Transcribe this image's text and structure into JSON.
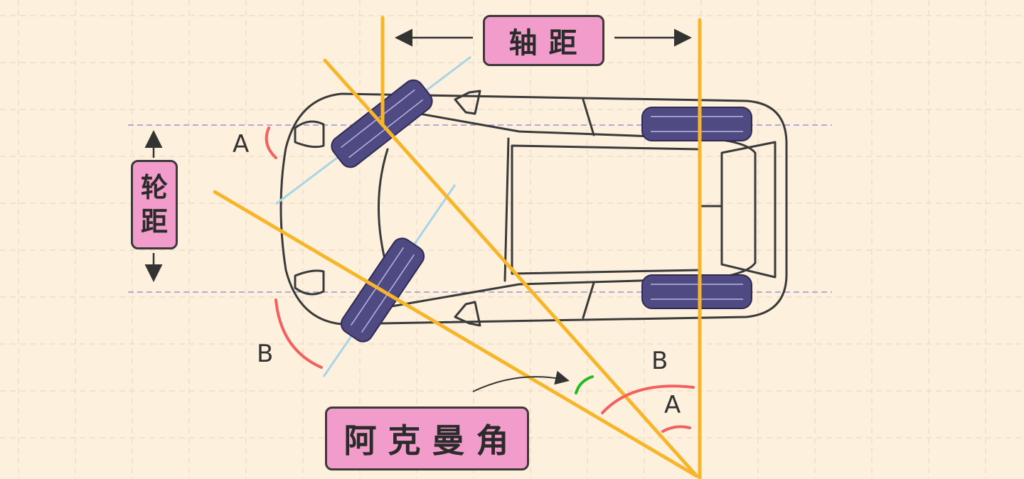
{
  "labels": {
    "wheelbase": "轴距",
    "track_char_1": "轮",
    "track_char_2": "距",
    "ackermann": "阿克曼角"
  },
  "angle_markers": {
    "front_left_angle": "A",
    "front_right_angle": "B",
    "origin_outer_angle": "B",
    "origin_inner_angle": "A"
  },
  "colors": {
    "background": "#fdf1de",
    "label_fill": "#f29ccb",
    "steer_line": "#f7b62a",
    "wheel_axis_line": "#a9d4e6",
    "tire": "#4f4a82",
    "angle_arc": "#f26060",
    "ackermann_arc": "#22bb22",
    "guide_line": "#9b93d6",
    "outline": "#3a3a3a"
  }
}
